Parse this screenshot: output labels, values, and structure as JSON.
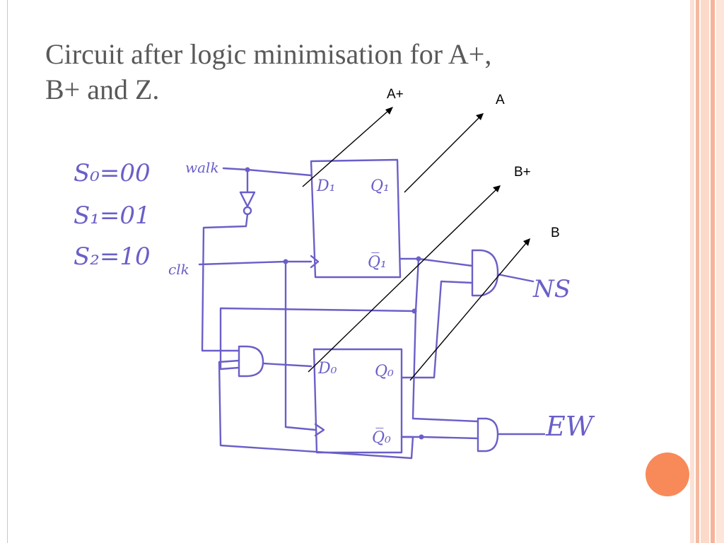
{
  "slide": {
    "title_line1": "Circuit after logic minimisation for A+,",
    "title_line2": "B+ and Z."
  },
  "annotations": {
    "a_plus": "A+",
    "a": "A",
    "b_plus": "B+",
    "b": "B"
  },
  "handwriting": {
    "state0": "S₀=00",
    "state1": "S₁=01",
    "state2": "S₂=10",
    "walk": "walk",
    "clk": "clk",
    "d1": "D₁",
    "q1": "Q₁",
    "q1bar": "Q̅₁",
    "d0": "D₀",
    "q0": "Q₀",
    "q0bar": "Q̅₀",
    "ns": "NS",
    "ew": "EW"
  },
  "colors": {
    "ink": "#6a5fc8",
    "accent": "#f88a5a",
    "title": "#595959"
  }
}
